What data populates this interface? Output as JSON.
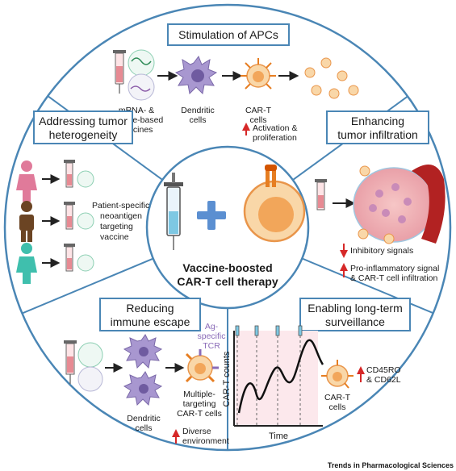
{
  "center": {
    "title_line1": "Vaccine-boosted",
    "title_line2": "CAR-T cell therapy"
  },
  "sections": {
    "top": {
      "title": "Stimulation of APCs",
      "vaccine_label_1": "mRNA- &",
      "vaccine_label_2": "peptide-based",
      "vaccine_label_3": "vaccines",
      "dc_label_1": "Dendritic",
      "dc_label_2": "cells",
      "cart_label_1": "CAR-T",
      "cart_label_2": "cells",
      "effect_1": "Activation &",
      "effect_2": "proliferation"
    },
    "left": {
      "title_1": "Addressing tumor",
      "title_2": "heterogeneity",
      "vaccine_1": "Patient-specific",
      "vaccine_2": "neoantigen",
      "vaccine_3": "targeting",
      "vaccine_4": "vaccine"
    },
    "right": {
      "title_1": "Enhancing",
      "title_2": "tumor infiltration",
      "effect_1": "Inhibitory signals",
      "effect_2": "Pro-inflammatory signal",
      "effect_3": "& CAR-T cell infiltration"
    },
    "bottom_left": {
      "title_1": "Reducing",
      "title_2": "immune escape",
      "tcr_1": "Ag-",
      "tcr_2": "specific",
      "tcr_3": "TCR",
      "dc_1": "Dendritic",
      "dc_2": "cells",
      "cart_1": "Multiple-",
      "cart_2": "targeting",
      "cart_3": "CAR-T cells",
      "effect_1": "Diverse",
      "effect_2": "environment"
    },
    "bottom_right": {
      "title_1": "Enabling long-term",
      "title_2": "surveillance",
      "ylabel": "CAR-T counts",
      "xlabel": "Time",
      "cart_1": "CAR-T",
      "cart_2": "cells",
      "marker_1": "CD45RO",
      "marker_2": "& CD62L"
    }
  },
  "footer": "Trends in Pharmacological Sciences",
  "colors": {
    "border": "#4a86b5",
    "arrow_red": "#d62828",
    "dc_purple": "#8b7ab8",
    "cart_orange": "#f2a65a",
    "vaccine_pink": "#e78a93",
    "tumor_red": "#b22222",
    "cross_blue": "#5b8fd1"
  }
}
